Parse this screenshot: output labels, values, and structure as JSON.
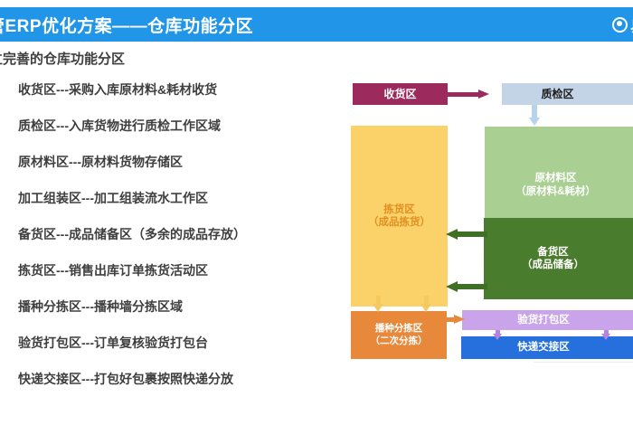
{
  "header": {
    "title": "管ERP优化方案——仓库功能分区",
    "brand_name": "易",
    "logo_icon": "circle-swirl-logo-icon",
    "bar_color": "#2196e8"
  },
  "content": {
    "lead": "立完善的仓库功能分区",
    "bullets": [
      "收货区---采购入库原材料&耗材收货",
      "质检区---入库货物进行质检工作区域",
      "原材料区---原材料货物存储区",
      "加工组装区---加工组装流水工作区",
      "备货区---成品储备区（多余的成品存放）",
      "拣货区---销售出库订单拣货活动区",
      "播种分拣区---播种墙分拣区域",
      "验货打包区---订单复核验货打包台",
      "快递交接区---打包好包裹按照快递分放"
    ]
  },
  "diagram": {
    "type": "flow-diagram",
    "nodes": [
      {
        "id": "shouhuo",
        "label": "收货区",
        "sub": "",
        "fill": "#9c2a5c",
        "text_color": "#ffffff"
      },
      {
        "id": "zhijian",
        "label": "质检区",
        "sub": "",
        "fill": "#c3d4e6",
        "text_color": "#1d1d1d"
      },
      {
        "id": "jianhuo",
        "label": "拣货区",
        "sub": "（成品拣货）",
        "fill": "#fbd26a",
        "text_color": "#e09020"
      },
      {
        "id": "yuancailiao",
        "label": "原材料区",
        "sub": "（原材料&耗材）",
        "fill": "#a9cf92",
        "text_color": "#ffffff"
      },
      {
        "id": "beihuo",
        "label": "备货区",
        "sub": "（成品储备）",
        "fill": "#4a7c2e",
        "text_color": "#ffffff"
      },
      {
        "id": "bozhong",
        "label": "播种分拣区",
        "sub": "（二次分拣）",
        "fill": "#e8883a",
        "text_color": "#ffffff"
      },
      {
        "id": "yanhuo",
        "label": "验货打包区",
        "sub": "",
        "fill": "#c9a4ea",
        "text_color": "#ffffff"
      },
      {
        "id": "kuaidi",
        "label": "快递交接区",
        "sub": "",
        "fill": "#2670de",
        "text_color": "#ffffff"
      }
    ],
    "edges": [
      {
        "from": "shouhuo",
        "to": "zhijian",
        "direction": "right",
        "color": "#9c2a5c"
      },
      {
        "from": "zhijian",
        "to": "yuancailiao",
        "direction": "down",
        "color": "#b7d3ec"
      },
      {
        "from": "yuancailiao",
        "to": "offscreen",
        "direction": "right",
        "color": "#7aab5e"
      },
      {
        "from": "yuancailiao",
        "to": "offscreen",
        "direction": "right",
        "color": "#7aab5e"
      },
      {
        "from": "beihuo",
        "to": "jianhuo",
        "direction": "left",
        "color": "#3f7026"
      },
      {
        "from": "beihuo",
        "to": "jianhuo",
        "direction": "left",
        "color": "#3f7026"
      },
      {
        "from": "beihuo",
        "to": "offscreen",
        "direction": "right",
        "color": "#f3cfa8"
      },
      {
        "from": "beihuo",
        "to": "offscreen",
        "direction": "right",
        "color": "#f3cfa8"
      },
      {
        "from": "jianhuo",
        "to": "bozhong",
        "direction": "down",
        "color": "#f6c95f"
      },
      {
        "from": "jianhuo",
        "to": "bozhong",
        "direction": "down",
        "color": "#f6c95f"
      },
      {
        "from": "bozhong",
        "to": "yanhuo",
        "direction": "right",
        "color": "#e8883a"
      },
      {
        "from": "yanhuo",
        "to": "kuaidi",
        "direction": "down",
        "color": "#b684e0"
      },
      {
        "from": "yanhuo",
        "to": "kuaidi",
        "direction": "down",
        "color": "#b684e0"
      }
    ]
  }
}
